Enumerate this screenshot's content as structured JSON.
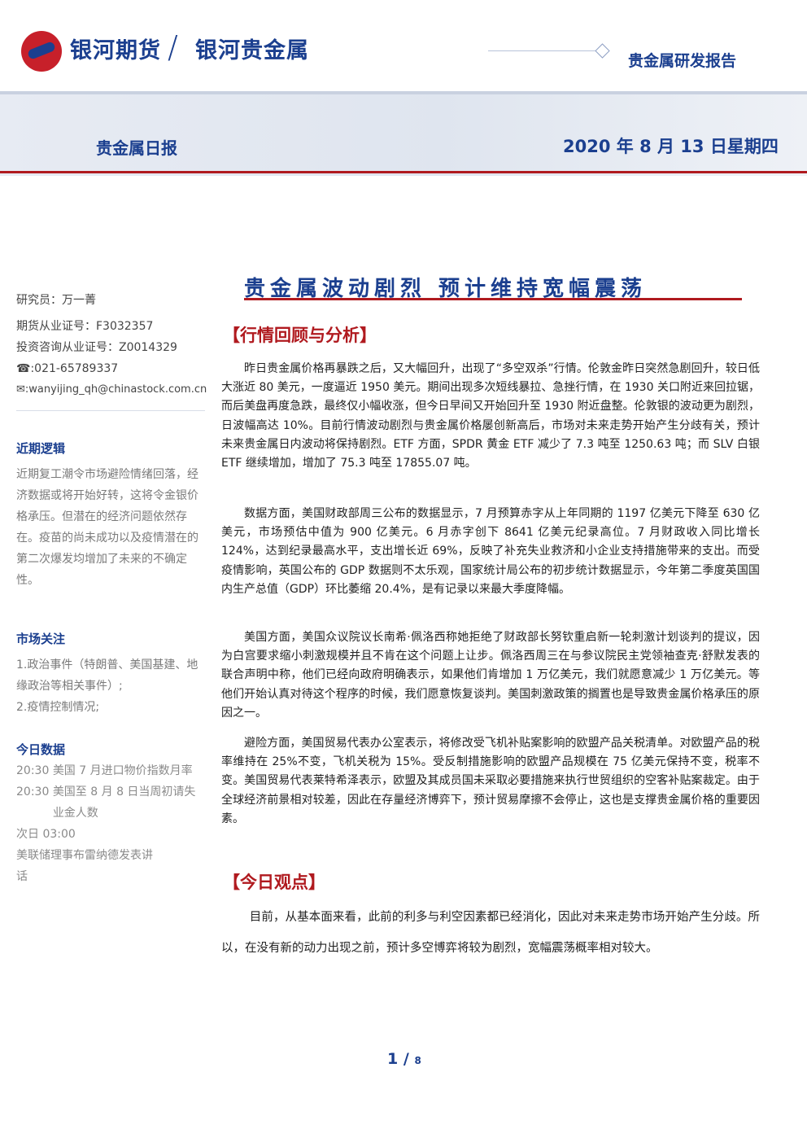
{
  "header": {
    "brand_left": "银河期货",
    "brand_right": "银河贵金属",
    "report_type": "贵金属研发报告",
    "daily_label": "贵金属日报",
    "date": "2020 年 8 月 13 日星期四"
  },
  "title": "贵金属波动剧烈 预计维持宽幅震荡",
  "sidebar": {
    "analyst": "研究员：万一菁",
    "futures_cert": "期货从业证号：F3032357",
    "consult_cert": "投资咨询从业证号：Z0014329",
    "phone": "☎:021-65789337",
    "email": "✉:wanyijing_qh@chinastock.com.cn",
    "logic_head": "近期逻辑",
    "logic_text": "近期复工潮令市场避险情绪回落，经济数据或将开始好转，这将令金银价格承压。但潜在的经济问题依然存在。疫苗的尚未成功以及疫情潜在的第二次爆发均增加了未来的不确定性。",
    "focus_head": "市场关注",
    "focus_items": [
      "1.政治事件（特朗普、美国基建、地缘政治等相关事件）;",
      "2.疫情控制情况;"
    ],
    "data_head": "今日数据",
    "data_items": [
      {
        "time": "20:30",
        "event": "美国 7 月进口物价指数月率"
      },
      {
        "time": "20:30",
        "event": "美国至 8 月 8 日当周初请失业金人数"
      },
      {
        "time": "次日 03:00",
        "event": "美联储理事布雷纳德发表讲话"
      }
    ]
  },
  "sections": {
    "review_head": "【行情回顾与分析】",
    "review_paras": [
      "昨日贵金属价格再暴跌之后，又大幅回升，出现了“多空双杀”行情。伦敦金昨日突然急剧回升，较日低大涨近 80 美元，一度逼近 1950 美元。期间出现多次短线暴拉、急挫行情，在 1930 关口附近来回拉锯，而后美盘再度急跌，最终仅小幅收涨，但今日早间又开始回升至 1930 附近盘整。伦敦银的波动更为剧烈，日波幅高达 10%。目前行情波动剧烈与贵金属价格屡创新高后，市场对未来走势开始产生分歧有关，预计未来贵金属日内波动将保持剧烈。ETF 方面，SPDR 黄金 ETF 减少了 7.3 吨至 1250.63 吨；而 SLV 白银 ETF 继续增加，增加了 75.3 吨至 17855.07 吨。",
      "数据方面，美国财政部周三公布的数据显示，7 月预算赤字从上年同期的 1197 亿美元下降至 630 亿美元，市场预估中值为 900 亿美元。6 月赤字创下 8641 亿美元纪录高位。7 月财政收入同比增长 124%，达到纪录最高水平，支出增长近 69%，反映了补充失业救济和小企业支持措施带来的支出。而受疫情影响，英国公布的 GDP 数据则不太乐观，国家统计局公布的初步统计数据显示，今年第二季度英国国内生产总值（GDP）环比萎缩 20.4%，是有记录以来最大季度降幅。",
      "美国方面，美国众议院议长南希·佩洛西称她拒绝了财政部长努钦重启新一轮刺激计划谈判的提议，因为白宫要求缩小刺激规模并且不肯在这个问题上让步。佩洛西周三在与参议院民主党领袖查克·舒默发表的联合声明中称，他们已经向政府明确表示，如果他们肯增加 1 万亿美元，我们就愿意减少 1 万亿美元。等他们开始认真对待这个程序的时候，我们愿意恢复谈判。美国刺激政策的搁置也是导致贵金属价格承压的原因之一。",
      "避险方面，美国贸易代表办公室表示，将修改受飞机补贴案影响的欧盟产品关税清单。对欧盟产品的税率维持在 25%不变，飞机关税为 15%。受反制措施影响的欧盟产品规模在 75 亿美元保持不变，税率不变。美国贸易代表莱特希泽表示，欧盟及其成员国未采取必要措施来执行世贸组织的空客补贴案裁定。由于全球经济前景相对较差，因此在存量经济博弈下，预计贸易摩擦不会停止，这也是支撑贵金属价格的重要因素。"
    ],
    "view_head": "【今日观点】",
    "view_para": "目前，从基本面来看，此前的利多与利空因素都已经消化，因此对未来走势市场开始产生分歧。所以，在没有新的动力出现之前，预计多空博弈将较为剧烈，宽幅震荡概率相对较大。"
  },
  "footer": {
    "page_current": "1",
    "page_sep": "/",
    "page_total": "8"
  },
  "colors": {
    "brand_blue": "#1b3f8f",
    "accent_red": "#b01a1f"
  }
}
